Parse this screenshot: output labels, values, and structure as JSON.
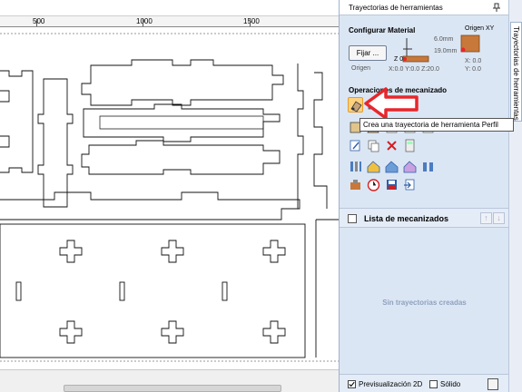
{
  "ruler": {
    "ticks": [
      "500",
      "1000",
      "1500"
    ]
  },
  "panel": {
    "title": "Trayectorias de herramientas",
    "side_tab_label": "Trayectorias de herramientas"
  },
  "material": {
    "title": "Configurar Material",
    "button_label": "Fijar ...",
    "thickness_top": "6.0mm",
    "thickness_total": "19.0mm",
    "z_label": "Z 0",
    "origin_label": "Origen",
    "origin_coords": "X:0.0 Y:0.0 Z:20.0",
    "xy_origin_label": "Origen XY",
    "xy_x": "X: 0.0",
    "xy_y": "Y: 0.0"
  },
  "operations": {
    "title": "Operaciones de mecanizado",
    "tooltip": "Crea una trayectoria de herramienta Perfil"
  },
  "toolpath_list": {
    "title": "Lista de mecanizados",
    "empty": "Sin trayectorias creadas"
  },
  "footer": {
    "preview_2d_label": "Previsualización 2D",
    "solid_label": "Sólido"
  },
  "colors": {
    "panel_bg": "#dbe6f4",
    "highlight": "#ffd27f",
    "arrow": "#e8262b"
  }
}
